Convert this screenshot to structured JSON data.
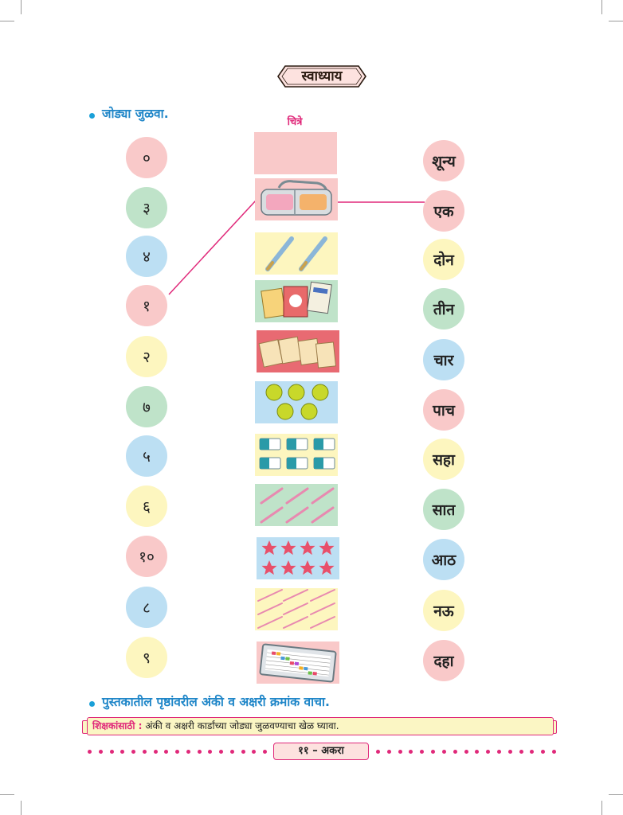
{
  "title": "स्वाध्याय",
  "instructions": {
    "first": "जोड्या जुळवा.",
    "second": "पुस्तकातील पृष्ठांवरील अंकी व अक्षरी क्रमांक वाचा."
  },
  "column_heading": "चित्रे",
  "numbers": [
    "०",
    "३",
    "४",
    "१",
    "२",
    "७",
    "५",
    "६",
    "१०",
    "८",
    "९"
  ],
  "words": [
    "शून्य",
    "एक",
    "दोन",
    "तीन",
    "चार",
    "पाच",
    "सहा",
    "सात",
    "आठ",
    "नऊ",
    "दहा"
  ],
  "pictures": [
    "empty-box-icon",
    "bag-icon",
    "pens-icon",
    "books-icon",
    "envelopes-icon",
    "balls-icon",
    "erasers-icon",
    "pencils-icon",
    "stars-icon",
    "straws-icon",
    "abacus-icon"
  ],
  "colors": {
    "pink": "#f9c9c9",
    "green": "#bfe3c9",
    "blue": "#bcdff3",
    "yellow": "#fdf6bf",
    "accent": "#e0297a",
    "instruction": "#1f86c8"
  },
  "note": {
    "label": "शिक्षकांसाठी :",
    "text": "अंकी व अक्षरी कार्डांच्या जोड्या जुळवण्याचा खेळ घ्यावा."
  },
  "page_number": "११ – अकरा"
}
